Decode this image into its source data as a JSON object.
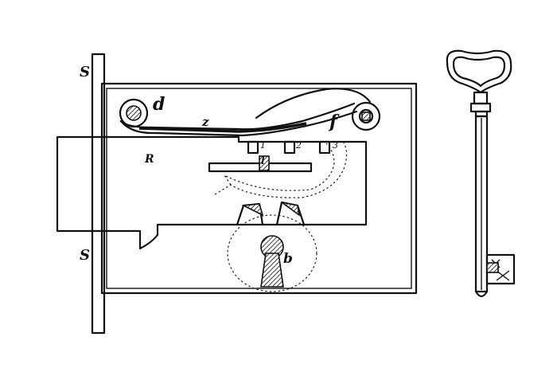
{
  "labels": {
    "s_top": "S",
    "s_bottom": "S",
    "d": "d",
    "f": "f",
    "z": "z",
    "r": "R",
    "l": "l",
    "b": "b",
    "n1": "1",
    "n2": "2",
    "n3": "3"
  }
}
